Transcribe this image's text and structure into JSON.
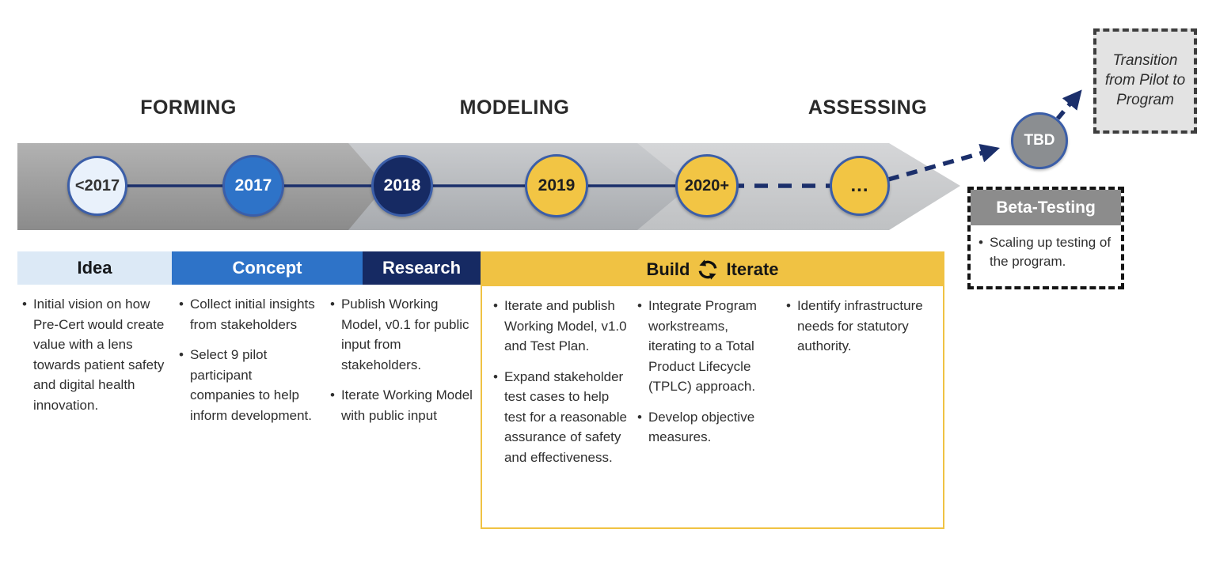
{
  "phases": [
    {
      "label": "FORMING"
    },
    {
      "label": "MODELING"
    },
    {
      "label": "ASSESSING"
    }
  ],
  "timeline": {
    "nodes": [
      {
        "label": "<2017"
      },
      {
        "label": "2017"
      },
      {
        "label": "2018"
      },
      {
        "label": "2019"
      },
      {
        "label": "2020+"
      },
      {
        "label": "..."
      },
      {
        "label": "TBD"
      }
    ]
  },
  "transition_box": {
    "label": "Transition from Pilot to Program"
  },
  "beta_box": {
    "title": "Beta-Testing",
    "bullet": "Scaling up testing of the program."
  },
  "columns": [
    {
      "header": "Idea",
      "bullets": [
        "Initial vision on how Pre-Cert would create value with a lens towards patient safety and digital health innovation."
      ]
    },
    {
      "header": "Concept",
      "bullets": [
        "Collect initial insights from stakeholders",
        "Select 9 pilot participant companies to help inform development."
      ]
    },
    {
      "header": "Research",
      "bullets": [
        "Publish Working Model, v0.1 for public input from stakeholders.",
        "Iterate Working Model with public input"
      ]
    },
    {
      "header_left": "Build",
      "header_right": "Iterate",
      "icon": "sync-icon",
      "subcolumns": [
        [
          "Iterate and publish Working Model, v1.0 and Test Plan.",
          "Expand stakeholder test cases to help test for a reasonable assurance of safety and effectiveness."
        ],
        [
          "Integrate Program workstreams, iterating to a Total Product Lifecycle (TPLC) approach.",
          "Develop objective measures."
        ],
        [
          "Identify infrastructure needs for statutory authority."
        ]
      ]
    }
  ],
  "palette": {
    "navy": "#162a63",
    "blue": "#2e73c8",
    "light_blue": "#dce9f6",
    "gold": "#f2c544",
    "line_navy": "#1b2f6b",
    "band_gray_dark": "#9a9a9a",
    "band_gray_mid": "#b5b8bc",
    "band_gray_light": "#cbcdd0",
    "tbd_gray": "#8b8e91",
    "beta_gray": "#8c8c8c"
  }
}
